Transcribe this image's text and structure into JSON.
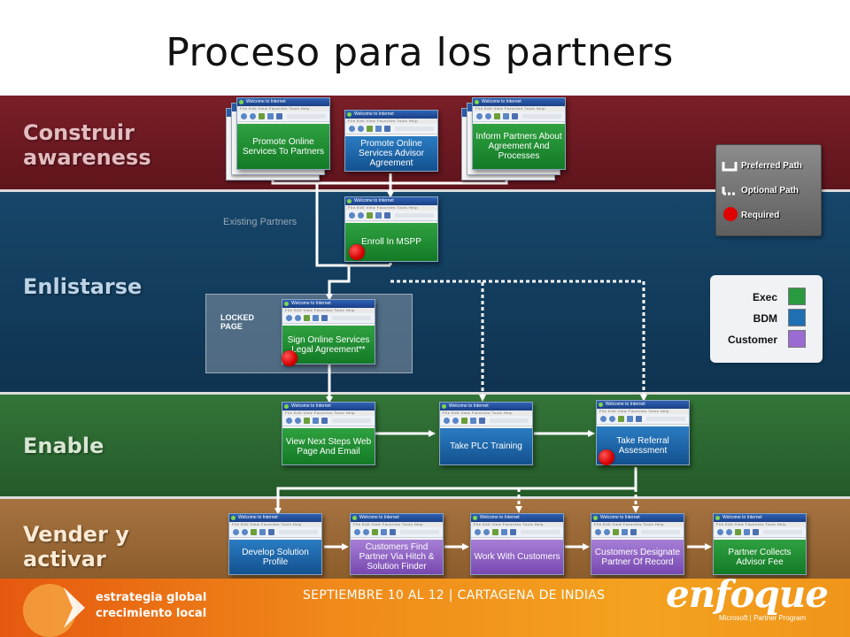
{
  "title": "Proceso para los partners",
  "lanes": [
    {
      "key": "construir",
      "label": "Construir awareness",
      "color": "#6e1a22",
      "text_color": "#e3bcc0"
    },
    {
      "key": "enlistarse",
      "label": "Enlistarse",
      "color": "#14405f",
      "text_color": "#bcd2e6"
    },
    {
      "key": "enable",
      "label": "Enable",
      "color": "#2d6a32",
      "text_color": "#d6e6d2"
    },
    {
      "key": "vender",
      "label": "Vender y activar",
      "color": "#9e6b35",
      "text_color": "#fbe9d3"
    }
  ],
  "window_chrome": {
    "titlebar": "Welcome to Internet",
    "menubar": "File  Edit  View  Favorites  Tools  Help"
  },
  "steps": [
    {
      "id": "promote-partners",
      "caption": "Promote Online Services To Partners",
      "color": "green",
      "lane": "construir",
      "required": false,
      "stacked": true
    },
    {
      "id": "promote-advisor",
      "caption": "Promote Online Services Advisor Agreement",
      "color": "blue",
      "lane": "construir",
      "required": false,
      "stacked": false
    },
    {
      "id": "inform-partners",
      "caption": "Inform Partners About Agreement And Processes",
      "color": "green",
      "lane": "construir",
      "required": false,
      "stacked": true
    },
    {
      "id": "enroll-mspp",
      "caption": "Enroll In MSPP",
      "color": "green",
      "lane": "enlistarse",
      "required": true,
      "stacked": false
    },
    {
      "id": "sign-legal",
      "caption": "Sign Online Services Legal Agreement**",
      "color": "green",
      "lane": "enlistarse",
      "required": true,
      "stacked": false
    },
    {
      "id": "view-next-steps",
      "caption": "View Next Steps Web Page And Email",
      "color": "green",
      "lane": "enable",
      "required": false,
      "stacked": false
    },
    {
      "id": "take-plc",
      "caption": "Take PLC Training",
      "color": "blue",
      "lane": "enable",
      "required": false,
      "stacked": false
    },
    {
      "id": "take-referral",
      "caption": "Take Referral Assessment",
      "color": "blue",
      "lane": "enable",
      "required": true,
      "stacked": false
    },
    {
      "id": "develop-solution",
      "caption": "Develop Solution Profile",
      "color": "blue",
      "lane": "vender",
      "required": false,
      "stacked": false
    },
    {
      "id": "customers-find",
      "caption": "Customers Find Partner Via Hitch & Solution Finder",
      "color": "purple",
      "lane": "vender",
      "required": false,
      "stacked": false
    },
    {
      "id": "work-with-customers",
      "caption": "Work With Customers",
      "color": "purple",
      "lane": "vender",
      "required": false,
      "stacked": false
    },
    {
      "id": "customers-designate",
      "caption": "Customers Designate Partner Of Record",
      "color": "purple",
      "lane": "vender",
      "required": false,
      "stacked": false
    },
    {
      "id": "partner-collects",
      "caption": "Partner Collects Advisor Fee",
      "color": "green",
      "lane": "vender",
      "required": false,
      "stacked": false
    }
  ],
  "existing_partners_label": "Existing Partners",
  "locked_page_label": "LOCKED PAGE",
  "path_legend": [
    {
      "label": "Preferred Path",
      "icon": "solid-path-icon"
    },
    {
      "label": "Optional Path",
      "icon": "dotted-path-icon"
    },
    {
      "label": "Required",
      "icon": "red-dot-icon"
    }
  ],
  "audience_legend": [
    {
      "label": "Exec",
      "color": "#2a9a40"
    },
    {
      "label": "BDM",
      "color": "#1f6fb3"
    },
    {
      "label": "Customer",
      "color": "#9a6bd0"
    }
  ],
  "footer": {
    "slogan_line1": "estrategia global",
    "slogan_line2": "crecimiento local",
    "event": "SEPTIEMBRE 10 AL 12 | CARTAGENA DE INDIAS",
    "brand": "enfoque",
    "brand_sub": "Microsoft | Partner Program"
  }
}
